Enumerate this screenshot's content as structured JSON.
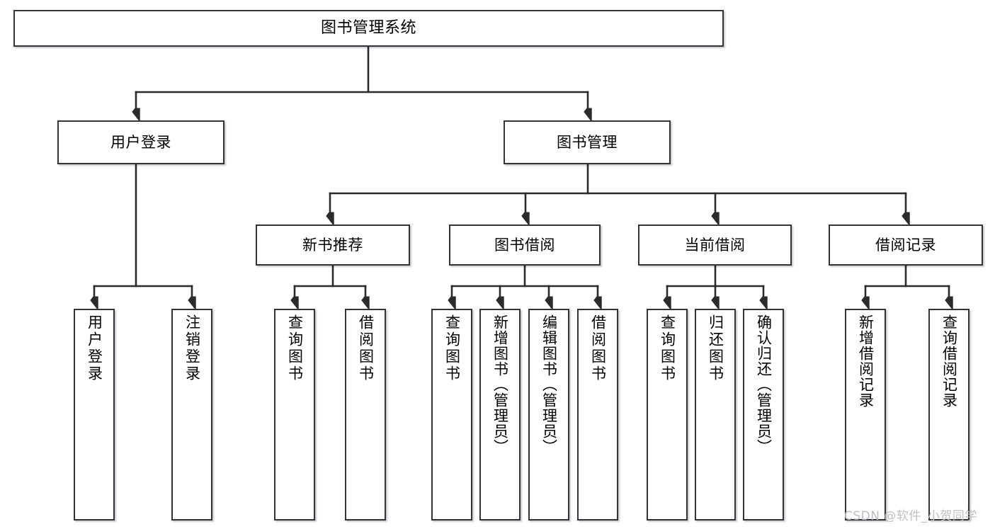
{
  "diagram": {
    "type": "tree",
    "title": "图书管理系统",
    "theme": {
      "background": "#ffffff",
      "box_border": "#33333a",
      "box_fill": "#ffffff",
      "line": "#2b2b2b",
      "text": "#000000",
      "watermark": "#bfbfbf"
    },
    "nodes": {
      "root": "图书管理系统",
      "user_login": "用户登录",
      "book_manage": "图书管理",
      "new_book_rec": "新书推荐",
      "book_borrow": "图书借阅",
      "current_borrow": "当前借阅",
      "borrow_record": "借阅记录",
      "leaf_user_login": "用户登录",
      "leaf_user_logout": "注销登录",
      "leaf_query_book_1": "查询图书",
      "leaf_borrow_book_1": "借阅图书",
      "leaf_query_book_2": "查询图书",
      "leaf_add_book": "新增图书（管理员）",
      "leaf_edit_book": "编辑图书（管理员）",
      "leaf_borrow_book_2": "借阅图书",
      "leaf_query_book_3": "查询图书",
      "leaf_return_book": "归还图书",
      "leaf_confirm_return": "确认归还（管理员）",
      "leaf_add_record": "新增借阅记录",
      "leaf_query_record": "查询借阅记录"
    },
    "edges": [
      {
        "from": "root",
        "to": "user_login"
      },
      {
        "from": "root",
        "to": "book_manage"
      },
      {
        "from": "user_login",
        "to": "leaf_user_login"
      },
      {
        "from": "user_login",
        "to": "leaf_user_logout"
      },
      {
        "from": "book_manage",
        "to": "new_book_rec"
      },
      {
        "from": "book_manage",
        "to": "book_borrow"
      },
      {
        "from": "book_manage",
        "to": "current_borrow"
      },
      {
        "from": "book_manage",
        "to": "borrow_record"
      },
      {
        "from": "new_book_rec",
        "to": "leaf_query_book_1"
      },
      {
        "from": "new_book_rec",
        "to": "leaf_borrow_book_1"
      },
      {
        "from": "book_borrow",
        "to": "leaf_query_book_2"
      },
      {
        "from": "book_borrow",
        "to": "leaf_add_book"
      },
      {
        "from": "book_borrow",
        "to": "leaf_edit_book"
      },
      {
        "from": "book_borrow",
        "to": "leaf_borrow_book_2"
      },
      {
        "from": "current_borrow",
        "to": "leaf_query_book_3"
      },
      {
        "from": "current_borrow",
        "to": "leaf_return_book"
      },
      {
        "from": "current_borrow",
        "to": "leaf_confirm_return"
      },
      {
        "from": "borrow_record",
        "to": "leaf_add_record"
      },
      {
        "from": "borrow_record",
        "to": "leaf_query_record"
      }
    ]
  },
  "watermark": {
    "text": "CSDN @软件_小贺同学"
  }
}
